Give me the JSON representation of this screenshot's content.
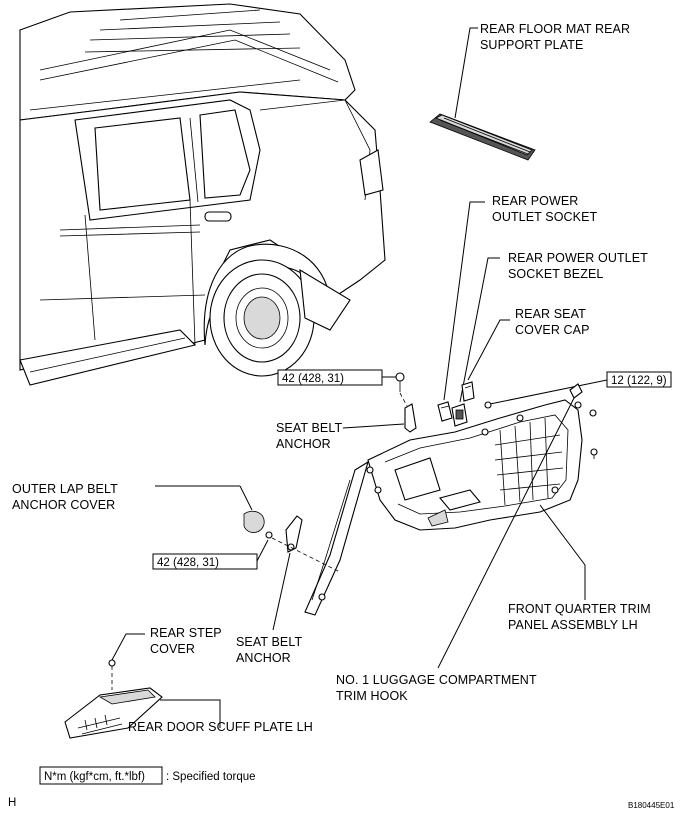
{
  "labels": {
    "rear_floor_mat_plate": [
      "REAR FLOOR MAT REAR",
      "SUPPORT PLATE"
    ],
    "rear_power_outlet_socket": [
      "REAR POWER",
      "OUTLET SOCKET"
    ],
    "rear_power_outlet_bezel": [
      "REAR POWER OUTLET",
      "SOCKET BEZEL"
    ],
    "rear_seat_cover_cap": [
      "REAR SEAT",
      "COVER CAP"
    ],
    "seat_belt_anchor_upper": [
      "SEAT BELT",
      "ANCHOR"
    ],
    "outer_lap_belt_cover": [
      "OUTER LAP BELT",
      "ANCHOR COVER"
    ],
    "seat_belt_anchor_lower": [
      "SEAT BELT",
      "ANCHOR"
    ],
    "front_quarter_trim": [
      "FRONT QUARTER TRIM",
      "PANEL ASSEMBLY LH"
    ],
    "rear_step_cover": [
      "REAR STEP",
      "COVER"
    ],
    "luggage_trim_hook": [
      "NO. 1 LUGGAGE COMPARTMENT",
      "TRIM HOOK"
    ],
    "rear_door_scuff": [
      "REAR DOOR SCUFF PLATE LH"
    ]
  },
  "torques": {
    "upper_anchor": "42 (428, 31)",
    "quarter_panel": "12 (122, 9)",
    "lower_anchor": "42 (428, 31)"
  },
  "legend": {
    "units": "N*m (kgf*cm, ft.*lbf)",
    "meaning": ": Specified torque"
  },
  "footer": {
    "page_code": "H",
    "figure_id": "B180445E01"
  }
}
